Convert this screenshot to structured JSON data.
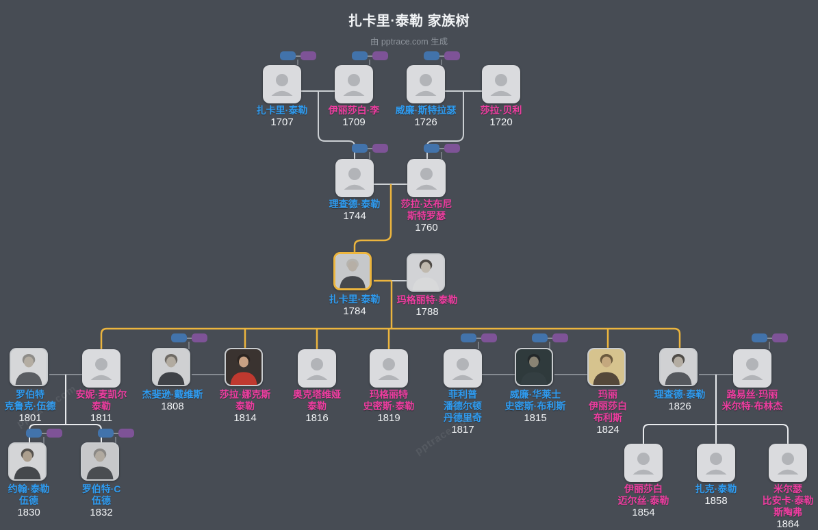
{
  "title": "扎卡里·泰勒 家族树",
  "subtitle": "由 pptrace.com 生成",
  "watermark_text": "pptrace.com",
  "colors": {
    "bg": "#474c54",
    "title": "#f1f3f5",
    "subtitle": "#8e949c",
    "male": "#2f9cf1",
    "female": "#ee3da0",
    "year": "#f1f3f5",
    "highlight": "#ecb53e",
    "link_light": "#ccd0d4",
    "link_white": "#e9ebee",
    "link_spouse": "#868b92",
    "pill_blue": "#4273ab",
    "pill_purple": "#7e5397",
    "pill_connector": "#8a8f96",
    "node_bg": "#dadbde",
    "node_icon": "#b2b4b8",
    "node_frame": "#c9cccf"
  },
  "portrait_palettes": {
    "zachary-1784": {
      "bg": "#c6c8ca",
      "hair": "#b5b3ae",
      "face": "#b6afa6",
      "body": "#45484d"
    },
    "margaret-1788": {
      "bg": "#d2d3d6",
      "hair": "#4e4a46",
      "face": "#c0b9ae",
      "body": "#d8d9da"
    },
    "robert-1801": {
      "bg": "#d6d7d9",
      "hair": "#8e8c88",
      "face": "#b4ada2",
      "body": "#5a5d62"
    },
    "jefferson-1808": {
      "bg": "#cfd0d2",
      "hair": "#6e6a64",
      "face": "#b2aba0",
      "body": "#3f4247"
    },
    "sarah-knox-1814": {
      "bg": "#3a3330",
      "hair": "#2b2420",
      "face": "#c9a183",
      "body": "#c0392f"
    },
    "william-bliss-1815": {
      "bg": "#2f3a3c",
      "hair": "#23282a",
      "face": "#8a8474",
      "body": "#343f42"
    },
    "mary-1824": {
      "bg": "#d6c38e",
      "hair": "#6b5a3e",
      "face": "#c4a87e",
      "body": "#54483a"
    },
    "richard-taylor-1826": {
      "bg": "#d0d1d3",
      "hair": "#4f4c48",
      "face": "#b4ada2",
      "body": "#55585d"
    },
    "john-1830": {
      "bg": "#d4d5d7",
      "hair": "#55524e",
      "face": "#ac9f8e",
      "body": "#45484c"
    },
    "robert-c-1832": {
      "bg": "#c7c8ca",
      "hair": "#8a8885",
      "face": "#b1aaa0",
      "body": "#4a4d51"
    }
  },
  "people": [
    {
      "id": "zachary-1707",
      "name_lines": [
        "扎卡里·泰勒"
      ],
      "year": "1707",
      "gender": "male",
      "portrait": false,
      "pills": true,
      "highlighted": false
    },
    {
      "id": "elizabeth-1709",
      "name_lines": [
        "伊丽莎白·李"
      ],
      "year": "1709",
      "gender": "female",
      "portrait": false,
      "pills": true,
      "highlighted": false
    },
    {
      "id": "william-1726",
      "name_lines": [
        "威廉·斯特拉瑟"
      ],
      "year": "1726",
      "gender": "male",
      "portrait": false,
      "pills": true,
      "highlighted": false
    },
    {
      "id": "sarah-1720",
      "name_lines": [
        "莎拉·贝利"
      ],
      "year": "1720",
      "gender": "female",
      "portrait": false,
      "pills": false,
      "highlighted": false
    },
    {
      "id": "richard-1744",
      "name_lines": [
        "理查德·泰勒"
      ],
      "year": "1744",
      "gender": "male",
      "portrait": false,
      "pills": true,
      "highlighted": false
    },
    {
      "id": "sarah-dabney-1760",
      "name_lines": [
        "莎拉·达布尼",
        "斯特罗瑟"
      ],
      "year": "1760",
      "gender": "female",
      "portrait": false,
      "pills": true,
      "highlighted": false
    },
    {
      "id": "zachary-1784",
      "name_lines": [
        "扎卡里·泰勒"
      ],
      "year": "1784",
      "gender": "male",
      "portrait": true,
      "pills": false,
      "highlighted": true
    },
    {
      "id": "margaret-1788",
      "name_lines": [
        "玛格丽特·泰勒"
      ],
      "year": "1788",
      "gender": "female",
      "portrait": true,
      "pills": false,
      "highlighted": false
    },
    {
      "id": "robert-1801",
      "name_lines": [
        "罗伯特",
        "克鲁克·伍德"
      ],
      "year": "1801",
      "gender": "male",
      "portrait": true,
      "pills": false,
      "highlighted": false
    },
    {
      "id": "ann-1811",
      "name_lines": [
        "安妮·麦凯尔",
        "泰勒"
      ],
      "year": "1811",
      "gender": "female",
      "portrait": false,
      "pills": false,
      "highlighted": false
    },
    {
      "id": "jefferson-1808",
      "name_lines": [
        "杰斐逊·戴维斯"
      ],
      "year": "1808",
      "gender": "male",
      "portrait": true,
      "pills": true,
      "highlighted": false
    },
    {
      "id": "sarah-knox-1814",
      "name_lines": [
        "莎拉·娜克斯",
        "泰勒"
      ],
      "year": "1814",
      "gender": "female",
      "portrait": true,
      "pills": false,
      "highlighted": false
    },
    {
      "id": "octavia-1816",
      "name_lines": [
        "奥克塔维娅",
        "泰勒"
      ],
      "year": "1816",
      "gender": "female",
      "portrait": false,
      "pills": false,
      "highlighted": false
    },
    {
      "id": "margaret-smith-1819",
      "name_lines": [
        "玛格丽特",
        "史密斯·泰勒"
      ],
      "year": "1819",
      "gender": "female",
      "portrait": false,
      "pills": false,
      "highlighted": false
    },
    {
      "id": "philip-1817",
      "name_lines": [
        "菲利普",
        "潘德尔顿",
        "丹德里奇"
      ],
      "year": "1817",
      "gender": "male",
      "portrait": false,
      "pills": true,
      "highlighted": false
    },
    {
      "id": "william-bliss-1815",
      "name_lines": [
        "威廉·华莱士",
        "史密斯·布利斯"
      ],
      "year": "1815",
      "gender": "male",
      "portrait": true,
      "pills": true,
      "highlighted": false
    },
    {
      "id": "mary-1824",
      "name_lines": [
        "玛丽",
        "伊丽莎白",
        "布利斯"
      ],
      "year": "1824",
      "gender": "female",
      "portrait": true,
      "pills": false,
      "highlighted": false
    },
    {
      "id": "richard-taylor-1826",
      "name_lines": [
        "理查德·泰勒"
      ],
      "year": "1826",
      "gender": "male",
      "portrait": true,
      "pills": false,
      "highlighted": false
    },
    {
      "id": "louise",
      "name_lines": [
        "路易丝·玛丽",
        "米尔特·布林杰"
      ],
      "year": "",
      "gender": "female",
      "portrait": false,
      "pills": true,
      "highlighted": false
    },
    {
      "id": "john-1830",
      "name_lines": [
        "约翰·泰勒",
        "伍德"
      ],
      "year": "1830",
      "gender": "male",
      "portrait": true,
      "pills": true,
      "highlighted": false
    },
    {
      "id": "robert-c-1832",
      "name_lines": [
        "罗伯特·C",
        "伍德"
      ],
      "year": "1832",
      "gender": "male",
      "portrait": true,
      "pills": true,
      "highlighted": false
    },
    {
      "id": "elizabeth-myers-1854",
      "name_lines": [
        "伊丽莎白",
        "迈尔丝·泰勒"
      ],
      "year": "1854",
      "gender": "female",
      "portrait": false,
      "pills": false,
      "highlighted": false
    },
    {
      "id": "zack-1858",
      "name_lines": [
        "扎克·泰勒"
      ],
      "year": "1858",
      "gender": "male",
      "portrait": false,
      "pills": false,
      "highlighted": false
    },
    {
      "id": "mercer-1864",
      "name_lines": [
        "米尔瑟",
        "比安卡·泰勒",
        "斯陶弗"
      ],
      "year": "1864",
      "gender": "female",
      "portrait": false,
      "pills": false,
      "highlighted": false
    }
  ]
}
